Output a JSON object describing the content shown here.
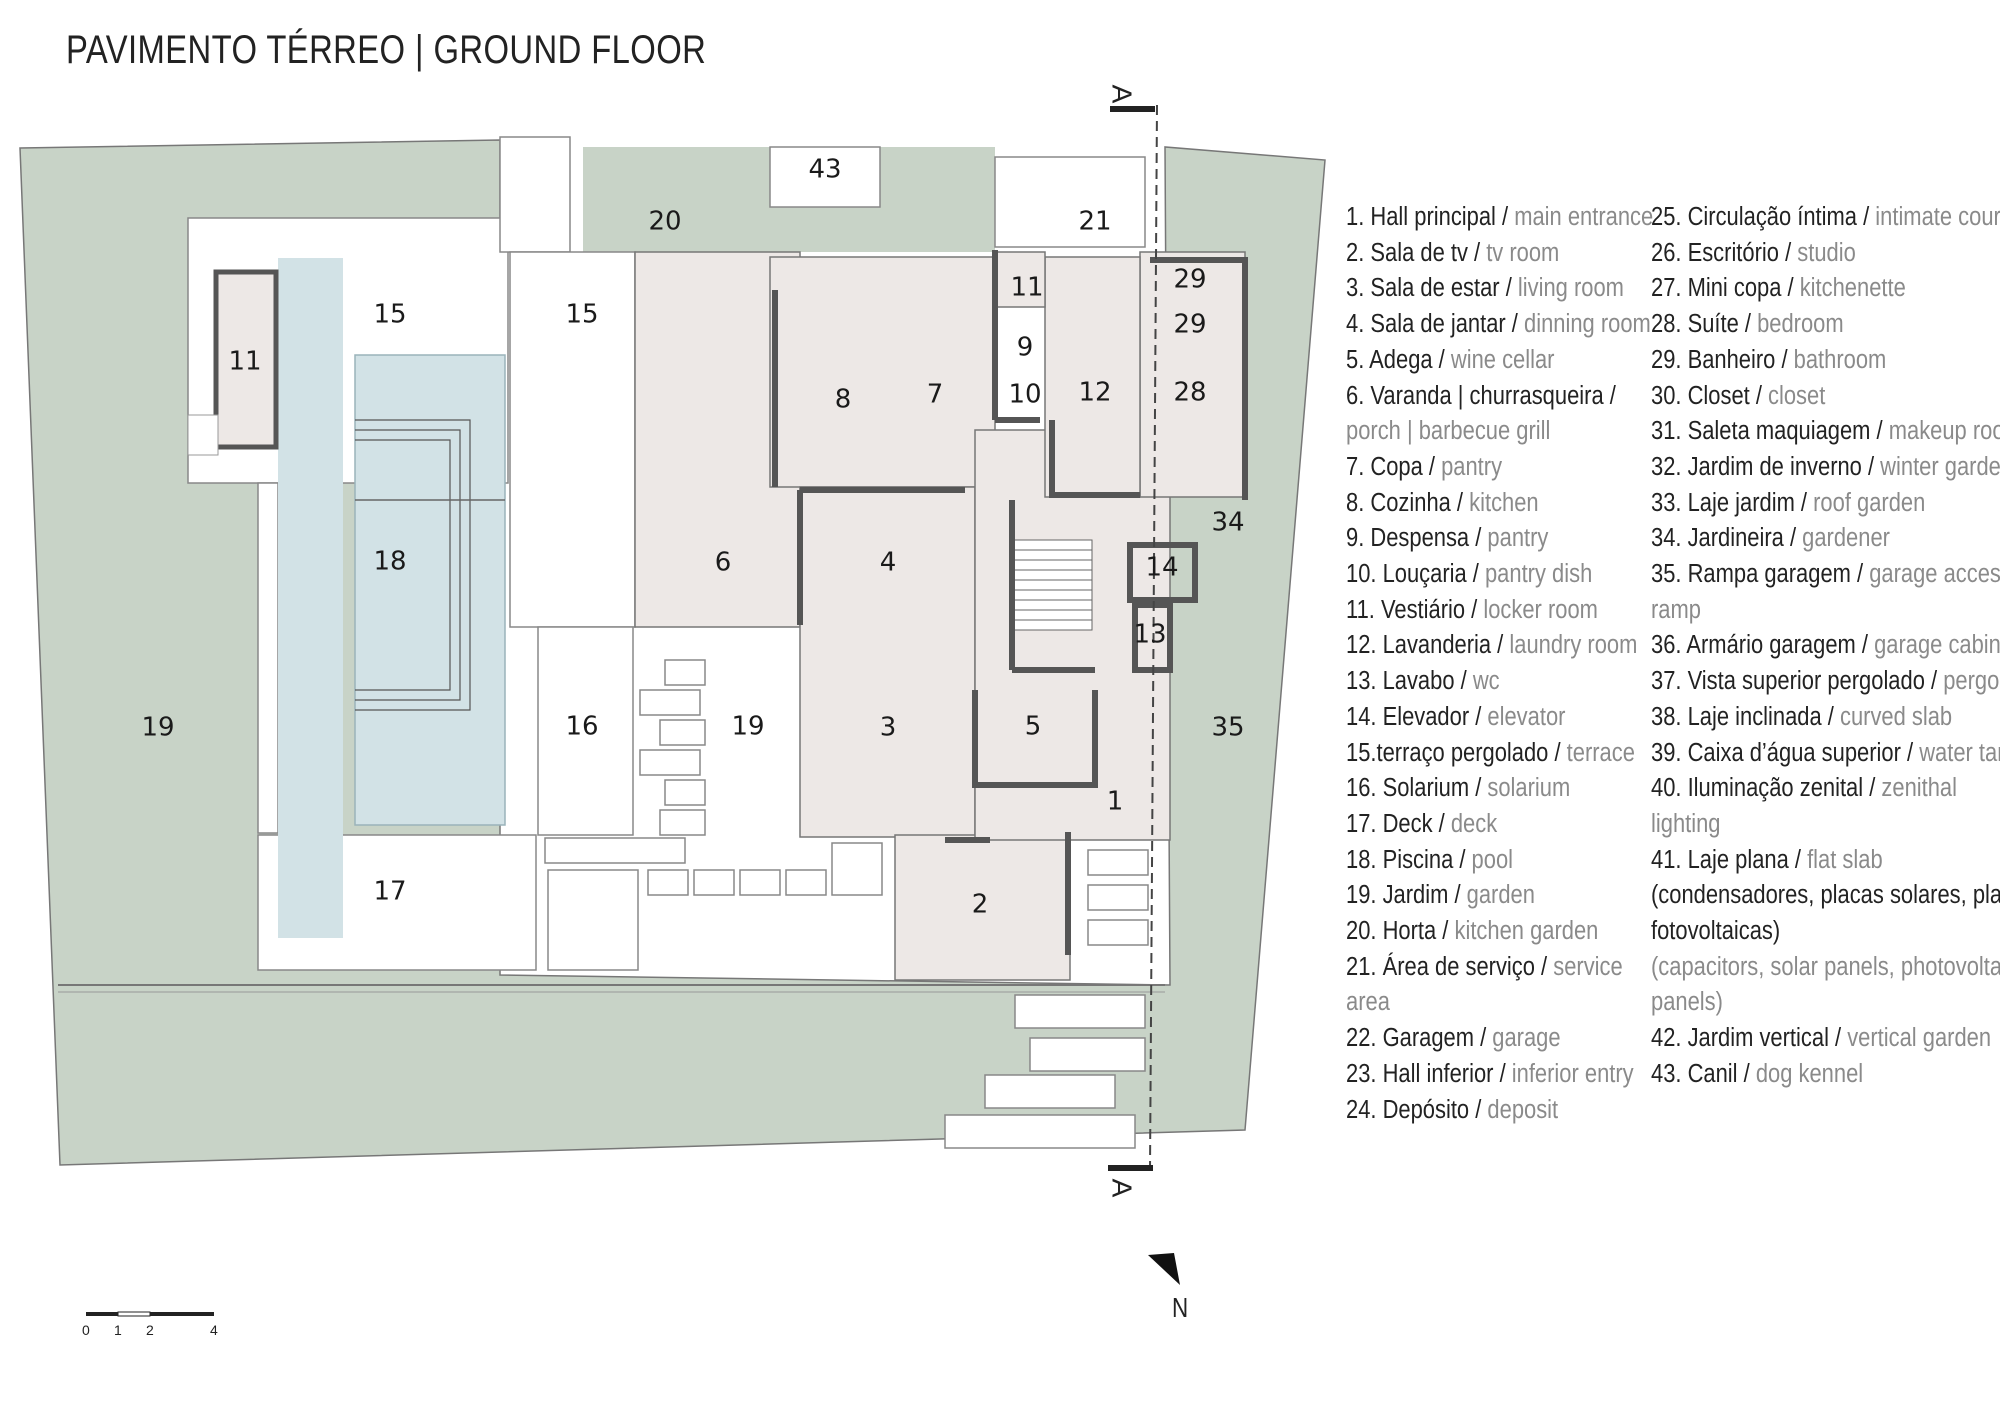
{
  "title": "PAVIMENTO TÉRREO | GROUND FLOOR",
  "colors": {
    "garden": "#c8d3c7",
    "interior": "#ede8e6",
    "pool": "#d2e2e6",
    "pool_line": "#9ab3ba",
    "wall": "#555555",
    "outline": "#777777"
  },
  "room_labels": [
    "43",
    "20",
    "21",
    "11",
    "29",
    "29",
    "15",
    "15",
    "11",
    "9",
    "8",
    "7",
    "10",
    "12",
    "28",
    "34",
    "18",
    "6",
    "4",
    "14",
    "13",
    "19",
    "16",
    "19",
    "3",
    "5",
    "35",
    "1",
    "17",
    "2"
  ],
  "section_marker": "A",
  "north_label": "N",
  "scale_bar": {
    "ticks": [
      "0",
      "1",
      "2",
      "4"
    ]
  },
  "legend": {
    "col1": [
      {
        "pt": "1. Hall principal /",
        "en": " main entrance"
      },
      {
        "pt": "2. Sala de tv /",
        "en": " tv room"
      },
      {
        "pt": "3. Sala de estar /",
        "en": " living room"
      },
      {
        "pt": "4. Sala de jantar /",
        "en": " dinning room"
      },
      {
        "pt": "5. Adega /",
        "en": " wine cellar"
      },
      {
        "pt": "6. Varanda | churrasqueira /",
        "en": ""
      },
      {
        "pt": "",
        "en": "porch | barbecue grill"
      },
      {
        "pt": "7. Copa /",
        "en": " pantry"
      },
      {
        "pt": "8. Cozinha /",
        "en": " kitchen"
      },
      {
        "pt": "9. Despensa /",
        "en": " pantry"
      },
      {
        "pt": "10. Louçaria /",
        "en": " pantry dish"
      },
      {
        "pt": "11. Vestiário /",
        "en": " locker room"
      },
      {
        "pt": "12. Lavanderia /",
        "en": " laundry room"
      },
      {
        "pt": "13. Lavabo /",
        "en": " wc"
      },
      {
        "pt": "14. Elevador /",
        "en": " elevator"
      },
      {
        "pt": "15.terraço pergolado /",
        "en": " terrace"
      },
      {
        "pt": "16. Solarium /",
        "en": " solarium"
      },
      {
        "pt": "17. Deck /",
        "en": " deck"
      },
      {
        "pt": "18. Piscina /",
        "en": " pool"
      },
      {
        "pt": "19. Jardim /",
        "en": " garden"
      },
      {
        "pt": "20. Horta /",
        "en": " kitchen garden"
      },
      {
        "pt": "21. Área de serviço /",
        "en": " service"
      },
      {
        "pt": "",
        "en": "area"
      },
      {
        "pt": "22. Garagem /",
        "en": " garage"
      },
      {
        "pt": "23. Hall inferior /",
        "en": " inferior entry"
      },
      {
        "pt": "24. Depósito /",
        "en": " deposit"
      }
    ],
    "col2": [
      {
        "pt": "25. Circulação íntima /",
        "en": " intimate course"
      },
      {
        "pt": "26. Escritório /",
        "en": " studio"
      },
      {
        "pt": "27. Mini copa /",
        "en": " kitchenette"
      },
      {
        "pt": "28. Suíte /",
        "en": " bedroom"
      },
      {
        "pt": "29. Banheiro /",
        "en": " bathroom"
      },
      {
        "pt": "30. Closet /",
        "en": " closet"
      },
      {
        "pt": "31. Saleta maquiagem /",
        "en": " makeup room"
      },
      {
        "pt": "32. Jardim de inverno /",
        "en": " winter garden"
      },
      {
        "pt": "33. Laje jardim /",
        "en": " roof garden"
      },
      {
        "pt": "34. Jardineira /",
        "en": " gardener"
      },
      {
        "pt": "35. Rampa garagem /",
        "en": " garage access"
      },
      {
        "pt": "",
        "en": "ramp"
      },
      {
        "pt": "36. Armário garagem /",
        "en": " garage cabinet"
      },
      {
        "pt": "37. Vista superior pergolado /",
        "en": " pergola"
      },
      {
        "pt": "38. Laje inclinada /",
        "en": " curved slab"
      },
      {
        "pt": "39. Caixa d’água superior /",
        "en": " water tank"
      },
      {
        "pt": "40. Iluminação zenital /",
        "en": " zenithal"
      },
      {
        "pt": "",
        "en": "lighting"
      },
      {
        "pt": "41. Laje plana /",
        "en": " flat slab"
      },
      {
        "pt": "(condensadores, placas solares, placas",
        "en": ""
      },
      {
        "pt": "fotovoltaicas)",
        "en": ""
      },
      {
        "pt": "",
        "en": "(capacitors, solar panels, photovoltaic"
      },
      {
        "pt": "",
        "en": "panels)"
      },
      {
        "pt": "42. Jardim vertical /",
        "en": " vertical garden"
      },
      {
        "pt": "43. Canil /",
        "en": " dog kennel"
      }
    ]
  }
}
